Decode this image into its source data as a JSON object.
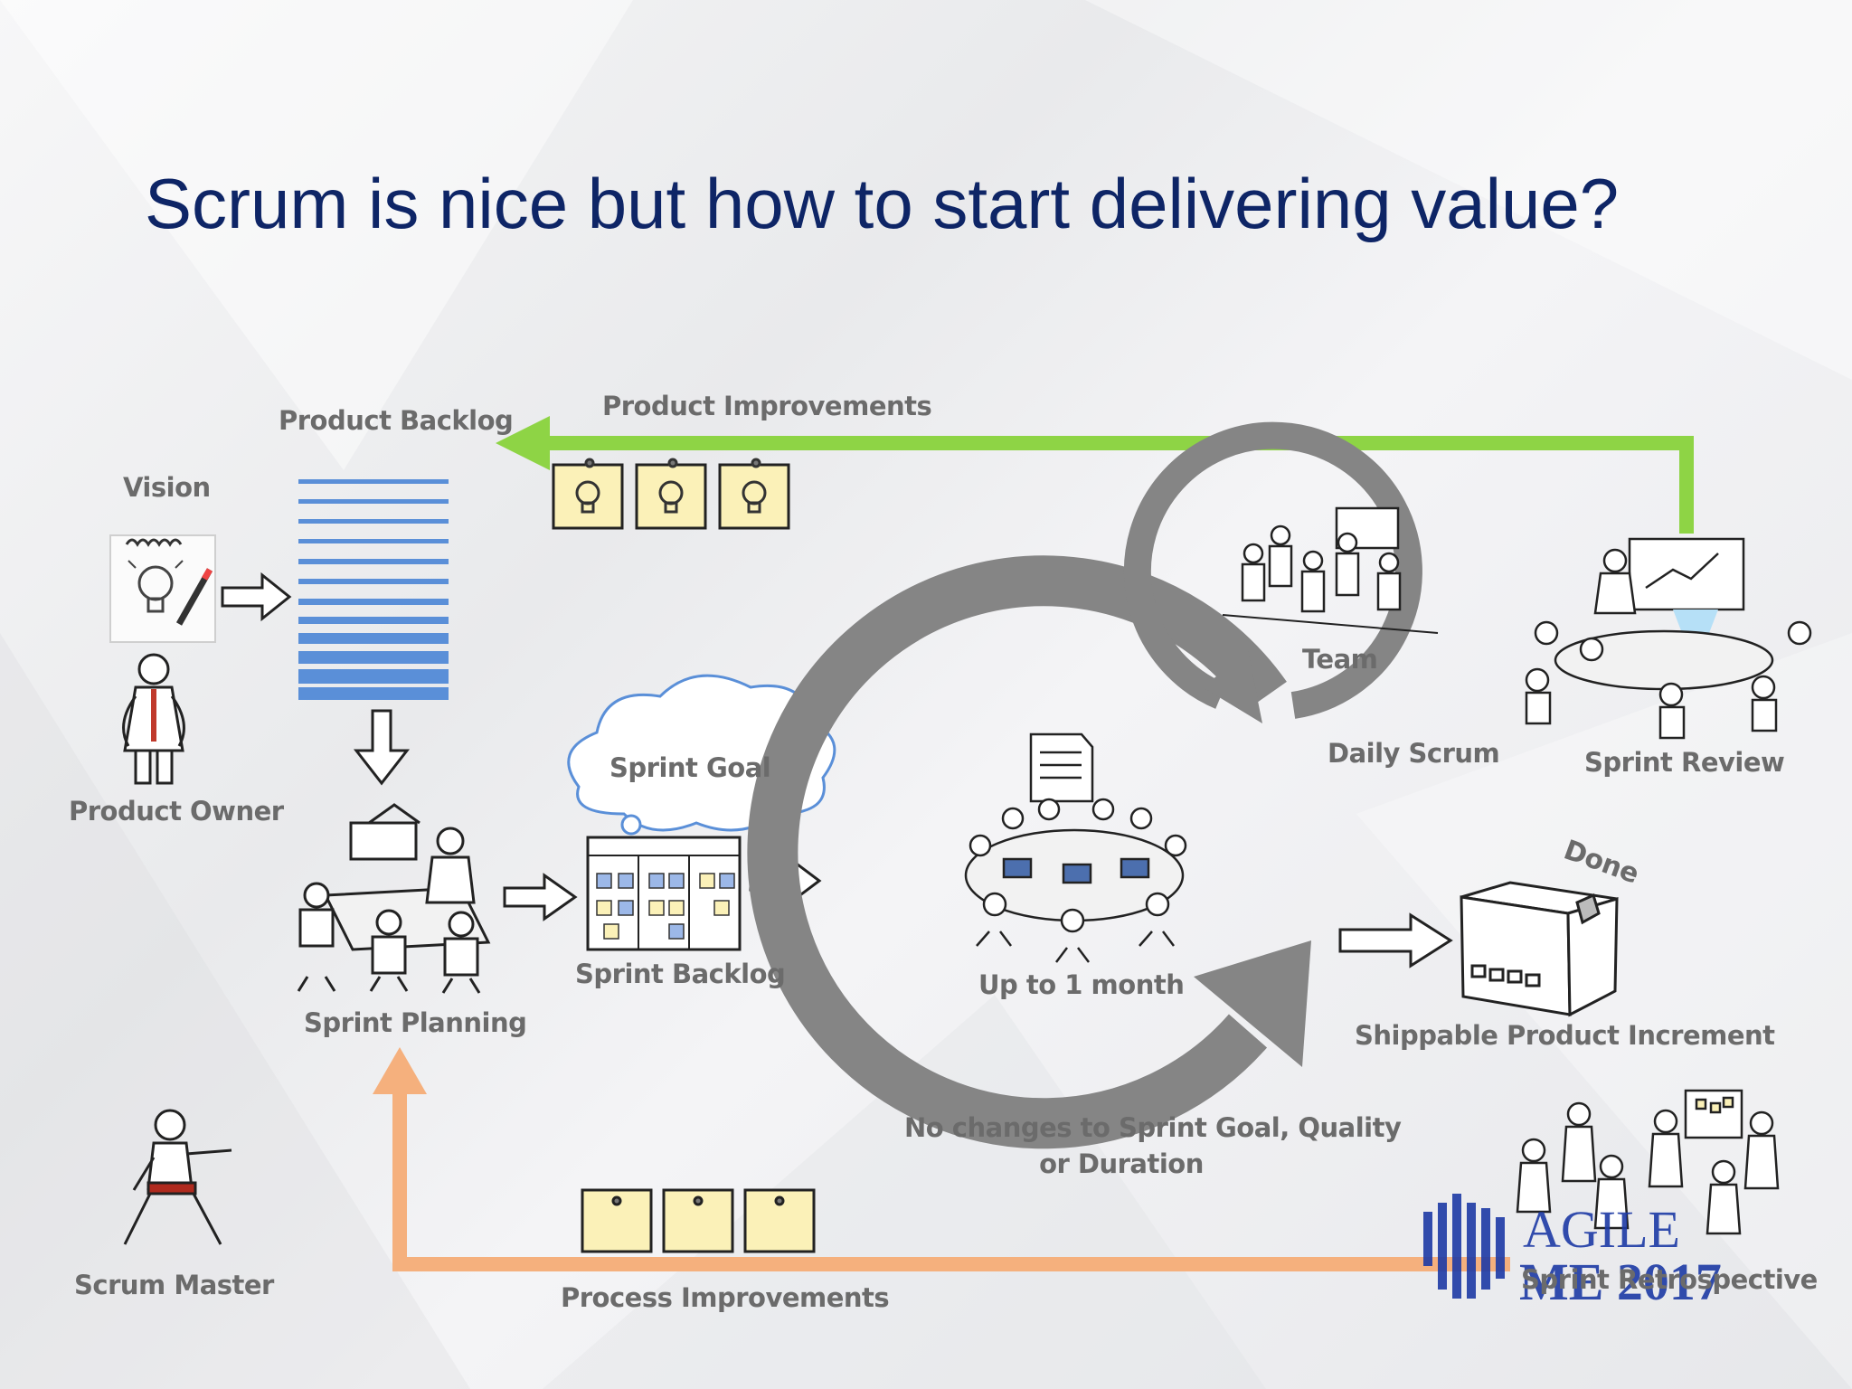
{
  "title": "Scrum is nice but how to start delivering value?",
  "labels": {
    "vision": "Vision",
    "product_owner": "Product Owner",
    "product_backlog": "Product Backlog",
    "product_improvements": "Product Improvements",
    "sprint_goal": "Sprint Goal",
    "sprint_backlog": "Sprint Backlog",
    "sprint_planning": "Sprint Planning",
    "team": "Team",
    "daily_scrum": "Daily Scrum",
    "sprint_review": "Sprint Review",
    "up_to_1_month": "Up to 1 month",
    "done": "Done",
    "shippable_product_increment": "Shippable Product Increment",
    "no_changes_line1": "No changes to Sprint Goal, Quality",
    "no_changes_line2": "or Duration",
    "scrum_master": "Scrum Master",
    "process_improvements": "Process Improvements",
    "sprint_retrospective": "Sprint Retrospective"
  },
  "logo": {
    "line1": "AGILE",
    "line2": "ME 2017"
  },
  "colors": {
    "title": "#0e2566",
    "label": "#6b6b6b",
    "product_improvements_arrow": "#8ed445",
    "process_improvements_arrow": "#f5b07d",
    "backlog_stripe": "#5a8fd8",
    "cycle": "#858585",
    "sticky": "#fbf1b8",
    "logo": "#1d3aa5"
  },
  "icons": [
    "notepad-lightbulb-icon",
    "product-owner-figure-icon",
    "scrum-master-karate-figure-icon",
    "team-meeting-icon",
    "presentation-meeting-icon",
    "shipping-box-icon",
    "sprint-goal-cloud-icon",
    "task-board-icon",
    "lightbulb-sticky-note-icon"
  ]
}
